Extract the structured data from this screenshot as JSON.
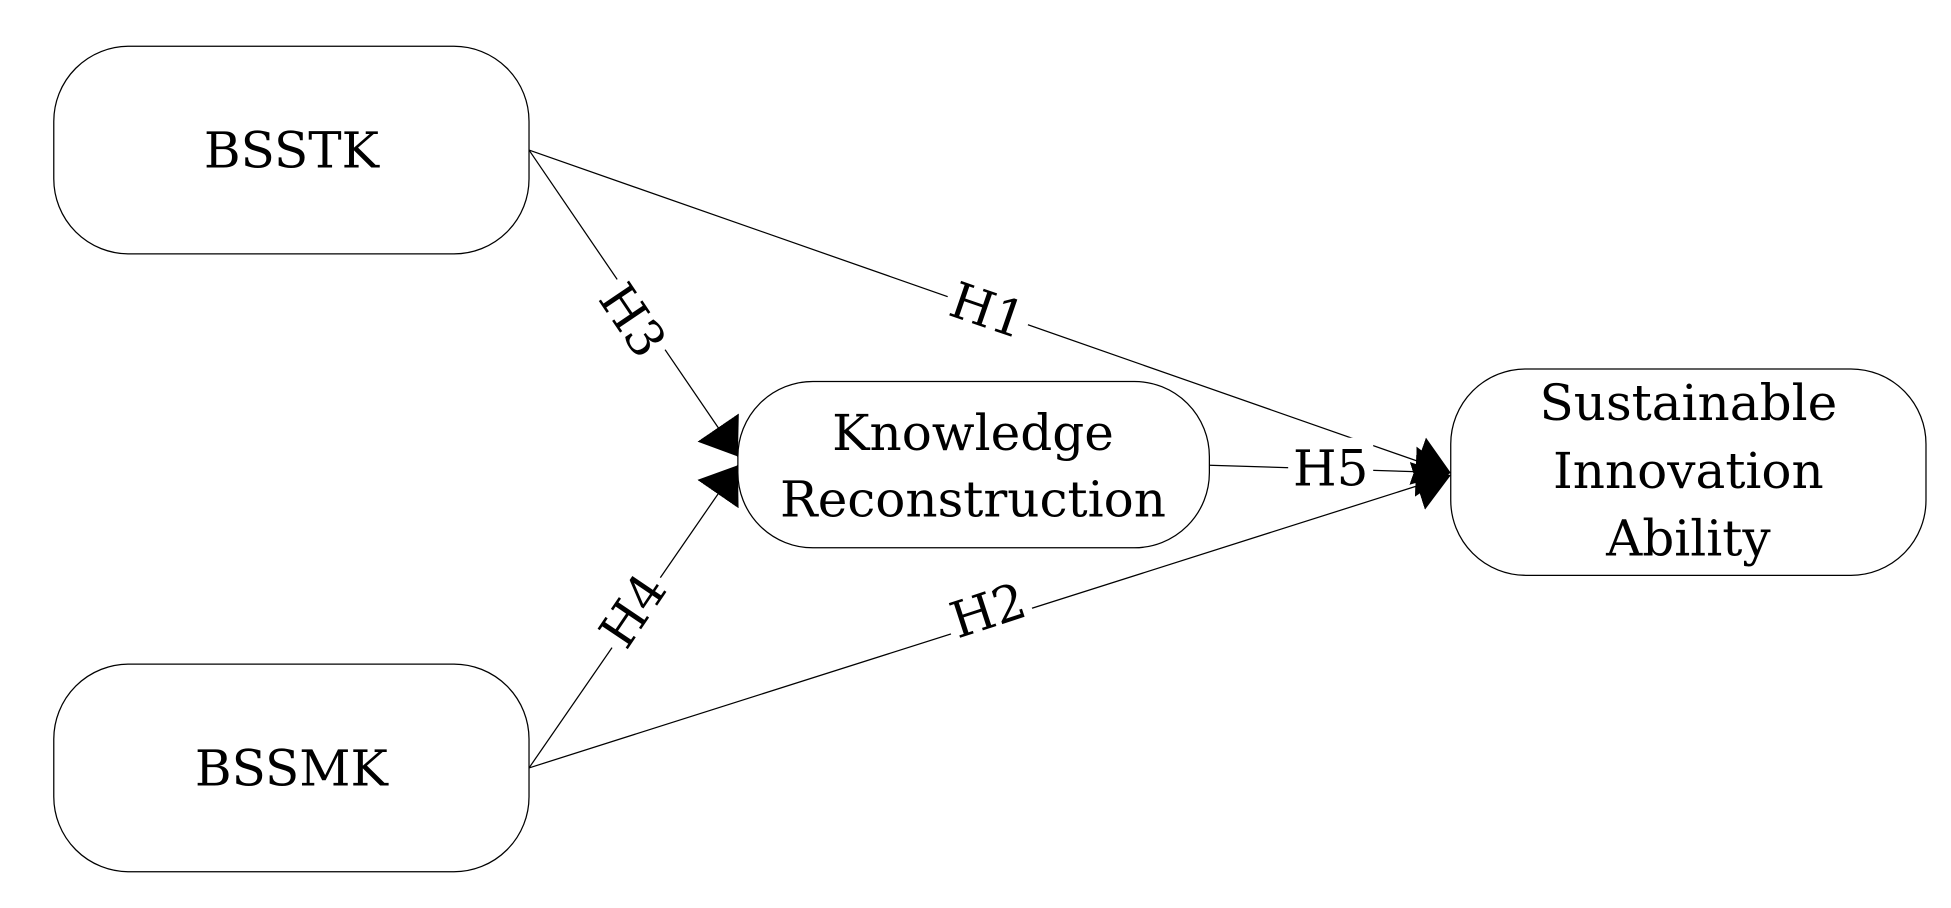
{
  "nodes": {
    "bsstk": {
      "label": "BSSTK"
    },
    "bssmk": {
      "label": "BSSMK"
    },
    "kr": {
      "lines": [
        "Knowledge",
        "Reconstruction"
      ]
    },
    "sia": {
      "lines": [
        "Sustainable",
        "Innovation",
        "Ability"
      ]
    }
  },
  "edges": {
    "h1": {
      "label": "H1",
      "from": "BSSTK",
      "to": "Sustainable Innovation Ability"
    },
    "h2": {
      "label": "H2",
      "from": "BSSMK",
      "to": "Sustainable Innovation Ability"
    },
    "h3": {
      "label": "H3",
      "from": "BSSTK",
      "to": "Knowledge Reconstruction"
    },
    "h4": {
      "label": "H4",
      "from": "BSSMK",
      "to": "Knowledge Reconstruction"
    },
    "h5": {
      "label": "H5",
      "from": "Knowledge Reconstruction",
      "to": "Sustainable Innovation Ability"
    }
  }
}
